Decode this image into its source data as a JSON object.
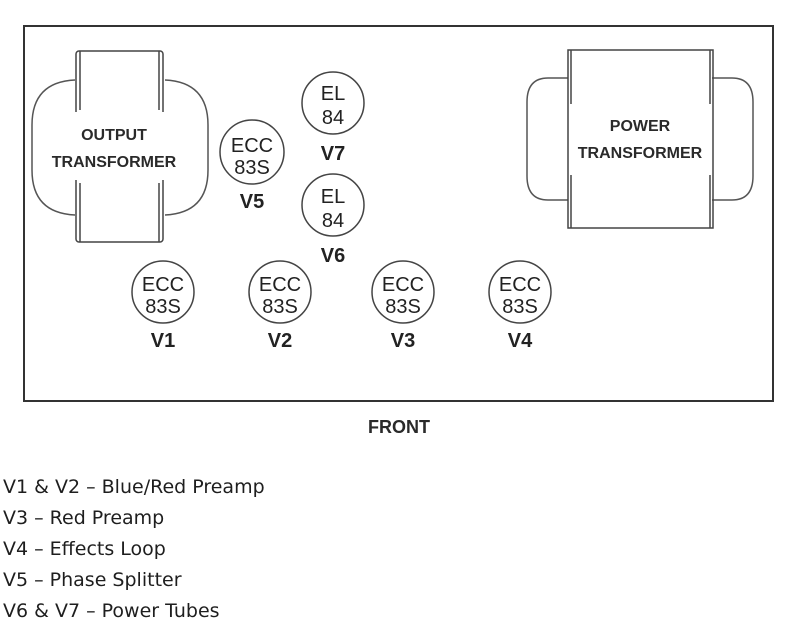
{
  "diagram": {
    "output_transformer": {
      "line1": "OUTPUT",
      "line2": "TRANSFORMER"
    },
    "power_transformer": {
      "line1": "POWER",
      "line2": "TRANSFORMER"
    },
    "tubes": [
      {
        "id": "V1",
        "type_line1": "ECC",
        "type_line2": "83S"
      },
      {
        "id": "V2",
        "type_line1": "ECC",
        "type_line2": "83S"
      },
      {
        "id": "V3",
        "type_line1": "ECC",
        "type_line2": "83S"
      },
      {
        "id": "V4",
        "type_line1": "ECC",
        "type_line2": "83S"
      },
      {
        "id": "V5",
        "type_line1": "ECC",
        "type_line2": "83S"
      },
      {
        "id": "V6",
        "type_line1": "EL",
        "type_line2": "84"
      },
      {
        "id": "V7",
        "type_line1": "EL",
        "type_line2": "84"
      }
    ],
    "front_label": "FRONT"
  },
  "legend": [
    "V1 & V2 – Blue/Red Preamp",
    "V3 – Red Preamp",
    "V4 – Effects Loop",
    "V5 – Phase Splitter",
    "V6 & V7 – Power Tubes"
  ]
}
